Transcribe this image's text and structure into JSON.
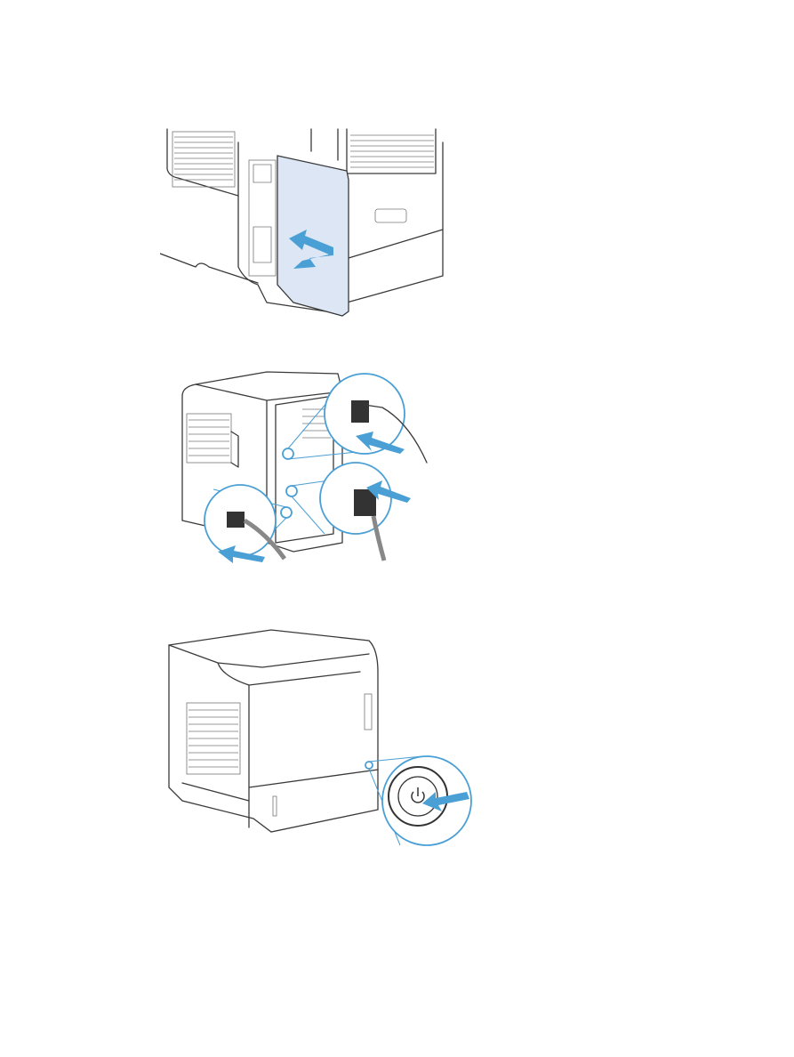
{
  "figures": [
    {
      "subject": "formatter-cover-install",
      "icons": [
        "printer-rear-icon",
        "cover-panel-icon",
        "arrow-icon"
      ]
    },
    {
      "subject": "cable-connection",
      "icons": [
        "printer-rear-icon",
        "network-cable-icon",
        "power-cord-icon",
        "usb-cable-icon",
        "arrow-icon"
      ]
    },
    {
      "subject": "power-on",
      "icons": [
        "printer-front-icon",
        "power-button-icon",
        "arrow-icon"
      ]
    }
  ],
  "colors": {
    "accent": "#4a9fd4",
    "panel": "#dce6f5",
    "line": "#3a3a3a"
  }
}
